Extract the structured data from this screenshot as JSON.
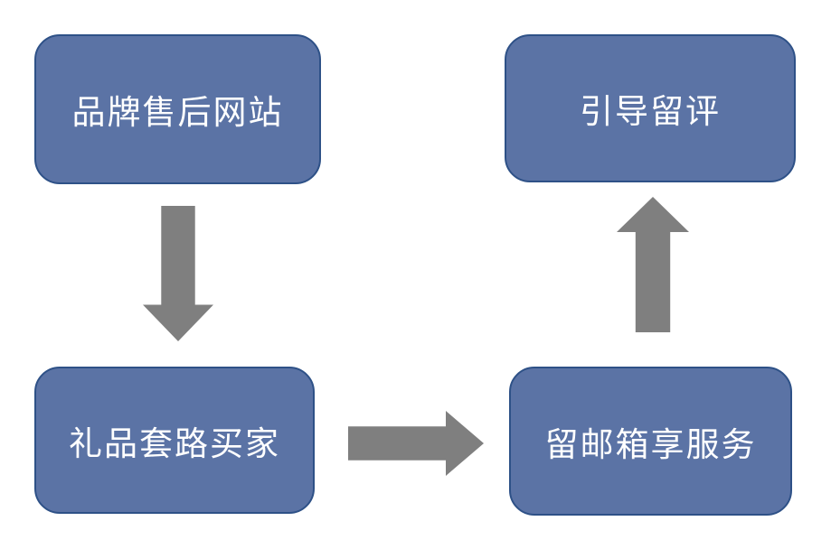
{
  "colors": {
    "node_fill": "#5b73a5",
    "node_border": "#2e5187",
    "node_text": "#ffffff",
    "arrow": "#7f7f7f",
    "page_bg": "#ffffff"
  },
  "diagram": {
    "type": "flowchart",
    "nodes": [
      {
        "id": "brand-aftersale-site",
        "label": "品牌售后网站",
        "position": "top-left"
      },
      {
        "id": "gift-hook-buyer",
        "label": "礼品套路买家",
        "position": "bottom-left"
      },
      {
        "id": "email-for-service",
        "label": "留邮箱享服务",
        "position": "bottom-right"
      },
      {
        "id": "guide-review",
        "label": "引导留评",
        "position": "top-right"
      }
    ],
    "edges": [
      {
        "from": "brand-aftersale-site",
        "to": "gift-hook-buyer",
        "direction": "down"
      },
      {
        "from": "gift-hook-buyer",
        "to": "email-for-service",
        "direction": "right"
      },
      {
        "from": "email-for-service",
        "to": "guide-review",
        "direction": "up"
      }
    ]
  }
}
